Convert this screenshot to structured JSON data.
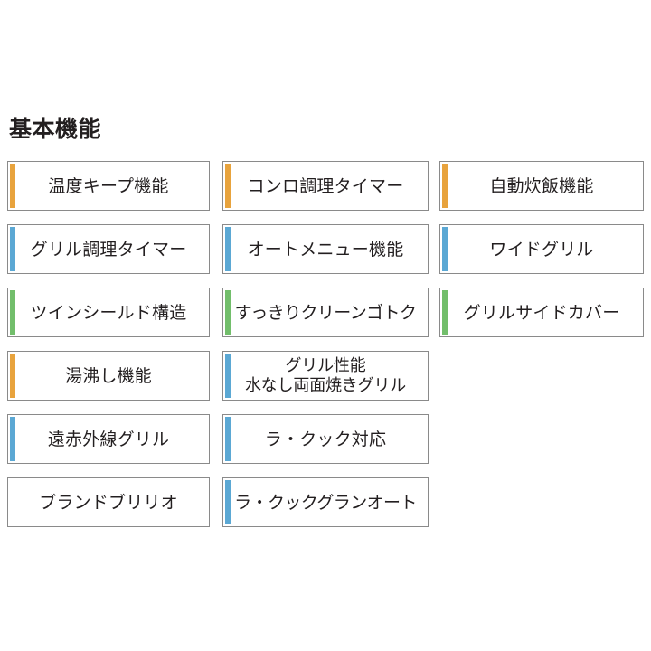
{
  "section": {
    "title": "基本機能"
  },
  "colors": {
    "accent_orange": "#e8a33d",
    "accent_blue": "#5ba8d4",
    "accent_green": "#72be6b",
    "border": "#8a8a8a",
    "text": "#231f20",
    "background": "#ffffff"
  },
  "features": [
    {
      "label": "温度キープ機能",
      "accent": "orange",
      "column": 1,
      "row": 1
    },
    {
      "label": "コンロ調理タイマー",
      "accent": "orange",
      "column": 2,
      "row": 1
    },
    {
      "label": "自動炊飯機能",
      "accent": "orange",
      "column": 3,
      "row": 1
    },
    {
      "label": "グリル調理タイマー",
      "accent": "blue",
      "column": 1,
      "row": 2
    },
    {
      "label": "オートメニュー機能",
      "accent": "blue",
      "column": 2,
      "row": 2
    },
    {
      "label": "ワイドグリル",
      "accent": "blue",
      "column": 3,
      "row": 2
    },
    {
      "label": "ツインシールド構造",
      "accent": "green",
      "column": 1,
      "row": 3
    },
    {
      "label": "すっきりクリーンゴトク",
      "accent": "green",
      "column": 2,
      "row": 3
    },
    {
      "label": "グリルサイドカバー",
      "accent": "green",
      "column": 3,
      "row": 3
    },
    {
      "label": "湯沸し機能",
      "accent": "orange",
      "column": 1,
      "row": 4
    },
    {
      "label": "グリル性能\n水なし両面焼きグリル",
      "accent": "blue",
      "column": 2,
      "row": 4
    },
    {
      "label": "遠赤外線グリル",
      "accent": "blue",
      "column": 1,
      "row": 5
    },
    {
      "label": "ラ・クック対応",
      "accent": "blue",
      "column": 2,
      "row": 5
    },
    {
      "label": "ブランドブリリオ",
      "accent": "none",
      "column": 1,
      "row": 6
    },
    {
      "label": "ラ・クックグランオート",
      "accent": "blue",
      "column": 2,
      "row": 6
    }
  ]
}
